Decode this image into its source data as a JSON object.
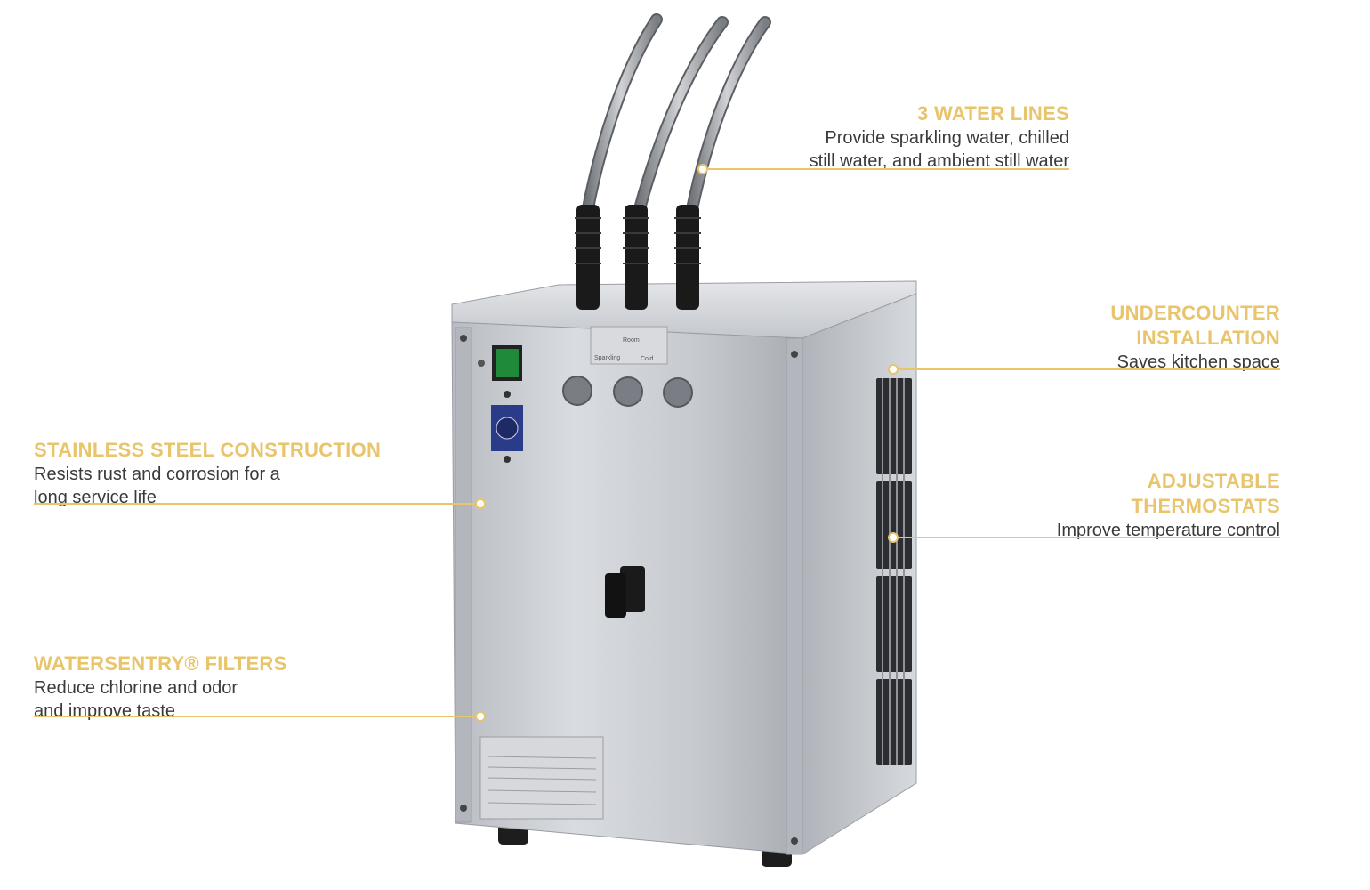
{
  "callouts": {
    "water_lines": {
      "title": "3 WATER LINES",
      "desc_line1": "Provide sparkling water, chilled",
      "desc_line2": "still water, and ambient still water"
    },
    "undercounter": {
      "title_line1": "UNDERCOUNTER",
      "title_line2": "INSTALLATION",
      "desc": "Saves kitchen space"
    },
    "stainless": {
      "title": "STAINLESS STEEL CONSTRUCTION",
      "desc_line1": "Resists rust and corrosion for a",
      "desc_line2": "long service life"
    },
    "thermostats": {
      "title_line1": "ADJUSTABLE",
      "title_line2": "THERMOSTATS",
      "desc": "Improve temperature control"
    },
    "filters": {
      "title": "WATERSENTRY® FILTERS",
      "desc_line1": "Reduce chlorine and odor",
      "desc_line2": "and improve taste"
    }
  },
  "panel": {
    "label_room": "Room",
    "label_sparkling": "Sparkling",
    "label_cold": "Cold"
  },
  "colors": {
    "accent": "#e8c46a",
    "text": "#3a3a3a",
    "steel": "#c9ccd0"
  }
}
